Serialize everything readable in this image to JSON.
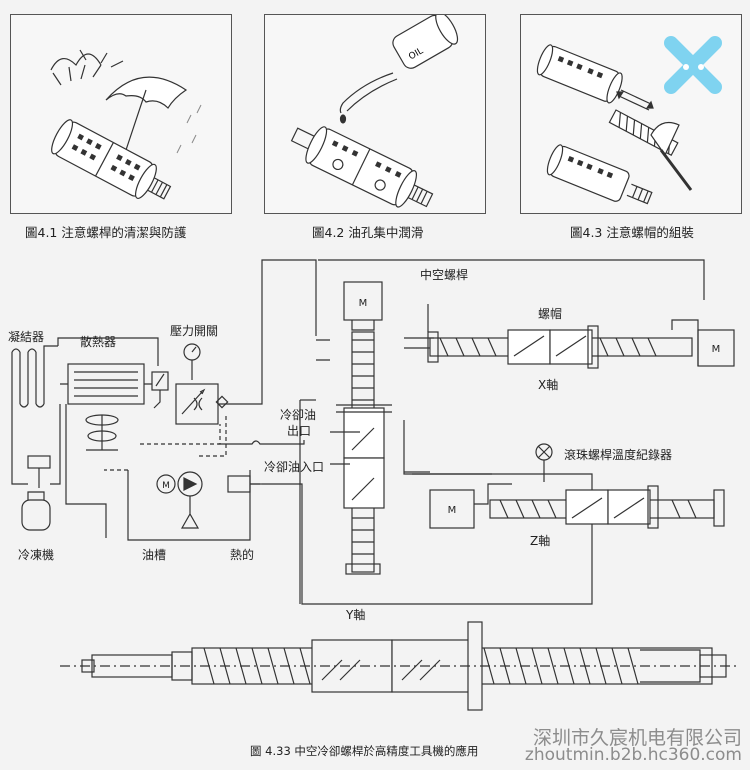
{
  "figures": {
    "fig41": "圖4.1 注意螺桿的清潔與防護",
    "fig42": "圖4.2 油孔集中潤滑",
    "fig43": "圖4.3 注意螺帽的組裝",
    "fig433": "圖 4.33 中空冷卻螺桿於高精度工具機的應用"
  },
  "oil_label": "OIL",
  "labels": {
    "condenser": "凝結器",
    "radiator": "散熱器",
    "pressure_switch": "壓力開關",
    "coolant_out": "冷卻油\n出口",
    "coolant_out_1": "冷卻油",
    "coolant_out_2": "出口",
    "coolant_in": "冷卻油入口",
    "refrigerator": "冷凍機",
    "oil_tank": "油槽",
    "hot": "熱的",
    "hollow_screw": "中空螺桿",
    "nut": "螺帽",
    "x_axis": "X軸",
    "y_axis": "Y軸",
    "z_axis": "Z軸",
    "temp_recorder": "滾珠螺桿溫度紀錄器",
    "motor": "M"
  },
  "watermark": {
    "line1": "深圳市久宸机电有限公司",
    "line2": "zhoutmin.b2b.hc360.com"
  },
  "colors": {
    "line": "#333333",
    "accent_x": "#7fd3f0"
  }
}
